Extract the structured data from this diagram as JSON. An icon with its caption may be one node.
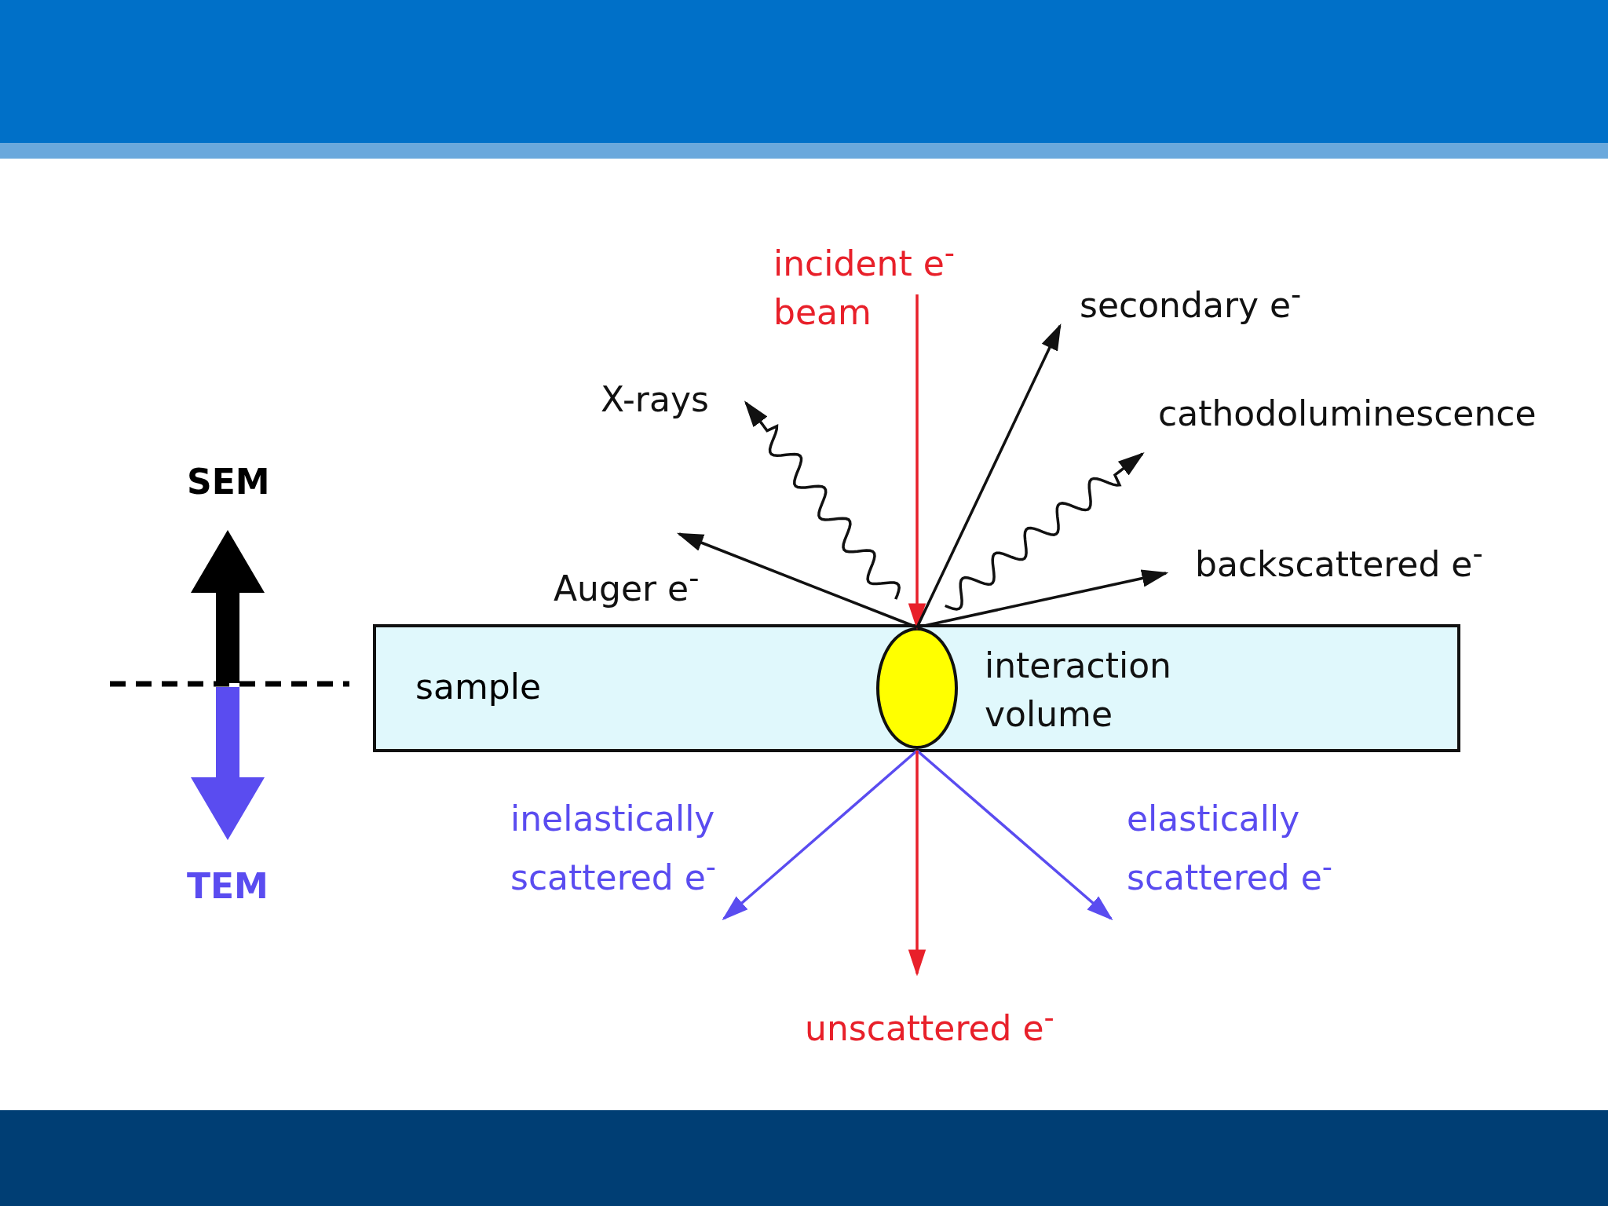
{
  "diagram": {
    "nodes": [
      {
        "text": [
          "incident e$^{-}$ beam"
        ]
      },
      {
        "text": [
          "sample"
        ]
      },
      {
        "text": [],
        "shape": "ellipse",
        "in": 1,
        "beside": [
          "interaction volume"
        ]
      },
      {
        "text": [
          "secondary e$^{-}$"
        ]
      },
      {
        "text": [
          "X-rays"
        ]
      },
      {
        "text": [
          "cathodoluminescence"
        ]
      },
      {
        "text": [
          "Auger e$^{-}$"
        ]
      },
      {
        "text": [
          "backscattered e$^{-}$"
        ]
      },
      {
        "text": [
          "inelastically scattered e$^{-}$"
        ]
      },
      {
        "text": [
          "elastically scattered e$^{-}$"
        ]
      },
      {
        "text": [
          "unscattered e$^{-}$"
        ]
      }
    ],
    "edges": [
      {
        "from": 0,
        "to": 2,
        "arrow": "to",
        "color": "#e8202a"
      },
      {
        "from": 2,
        "to": 3,
        "arrow": "to"
      },
      {
        "from": 2,
        "to": 4,
        "arrow": "to"
      },
      {
        "from": 2,
        "to": 5,
        "arrow": "to"
      },
      {
        "from": 2,
        "to": 6,
        "arrow": "to"
      },
      {
        "from": 2,
        "to": 7,
        "arrow": "to"
      },
      {
        "from": 2,
        "to": 8,
        "arrow": "to",
        "color": "#5a4cf0"
      },
      {
        "from": 2,
        "to": 9,
        "arrow": "to",
        "color": "#5a4cf0"
      },
      {
        "from": 2,
        "to": 10,
        "arrow": "to",
        "color": "#e8202a"
      }
    ],
    "labels": [
      "SEM",
      "TEM"
    ]
  }
}
